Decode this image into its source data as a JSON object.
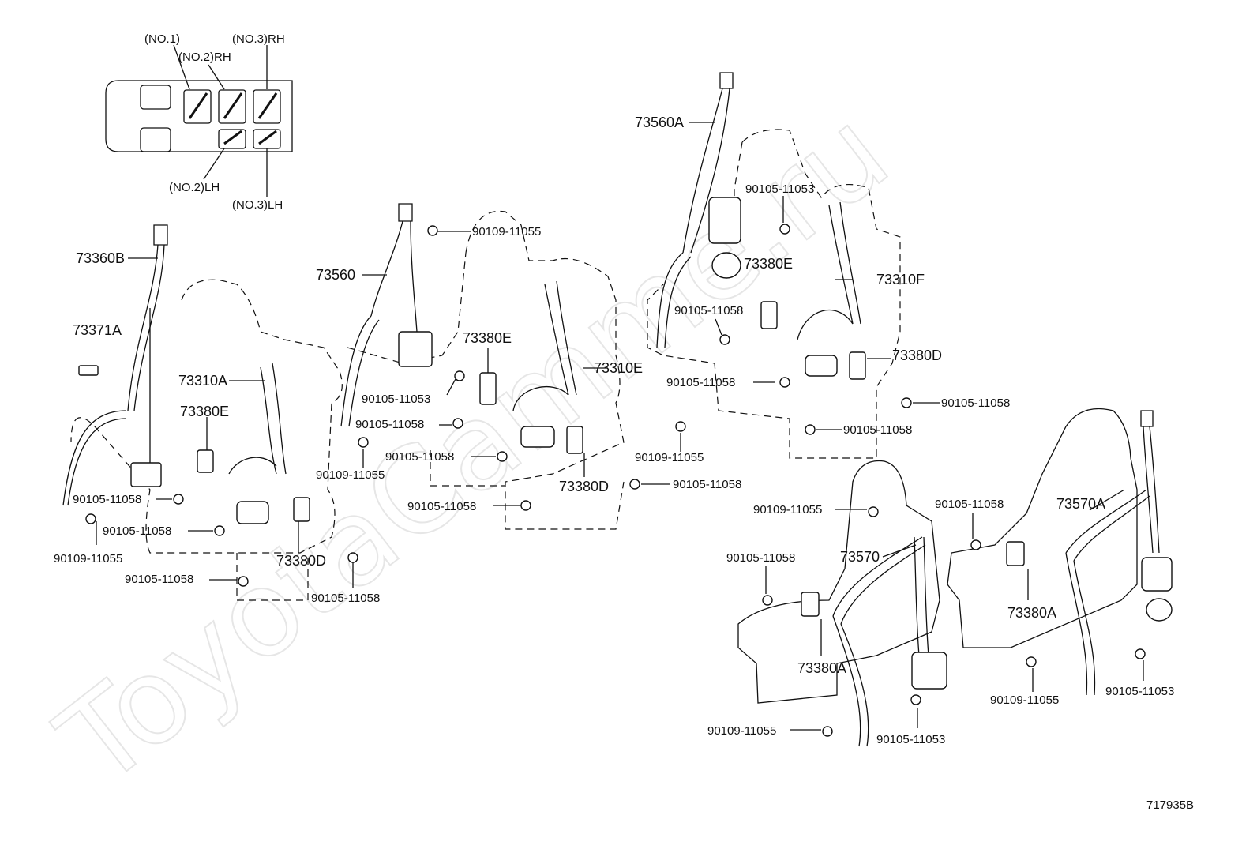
{
  "watermark": "ToyotaCamme.ru",
  "diagram_id": "717935B",
  "seat_map": {
    "no1": "(NO.1)",
    "no2rh": "(NO.2)RH",
    "no3rh": "(NO.3)RH",
    "no2lh": "(NO.2)LH",
    "no3lh": "(NO.3)LH"
  },
  "parts": {
    "p73360B": "73360B",
    "p73371A": "73371A",
    "p73310A": "73310A",
    "p73380E_1": "73380E",
    "p90105_11058_a": "90105-11058",
    "p90109_11055_a": "90109-11055",
    "p90105_11058_b": "90105-11058",
    "p73380D_1": "73380D",
    "p90105_11058_c": "90105-11058",
    "p90105_11058_d": "90105-11058",
    "p73560": "73560",
    "p90109_11055_b": "90109-11055",
    "p73380E_2": "73380E",
    "p90105_11053_a": "90105-11053",
    "p73310E": "73310E",
    "p90105_11058_e": "90105-11058",
    "p90105_11058_f": "90105-11058",
    "p90109_11055_c": "90109-11055",
    "p90105_11058_g": "90105-11058",
    "p73380D_2": "73380D",
    "p90105_11058_h": "90105-11058",
    "p90109_11055_d": "90109-11055",
    "p73560A": "73560A",
    "p90105_11053_b": "90105-11053",
    "p73380E_3": "73380E",
    "p73310F": "73310F",
    "p90105_11058_i": "90105-11058",
    "p73380D_3": "73380D",
    "p90105_11058_j": "90105-11058",
    "p90105_11058_k": "90105-11058",
    "p90105_11058_l": "90105-11058",
    "p90109_11055_e": "90109-11055",
    "p90105_11058_m": "90105-11058",
    "p73570": "73570",
    "p73380A_1": "73380A",
    "p90109_11055_f": "90109-11055",
    "p90105_11053_c": "90105-11053",
    "p90105_11058_n": "90105-11058",
    "p73570A": "73570A",
    "p73380A_2": "73380A",
    "p90109_11055_g": "90109-11055",
    "p90105_11053_d": "90105-11053"
  }
}
